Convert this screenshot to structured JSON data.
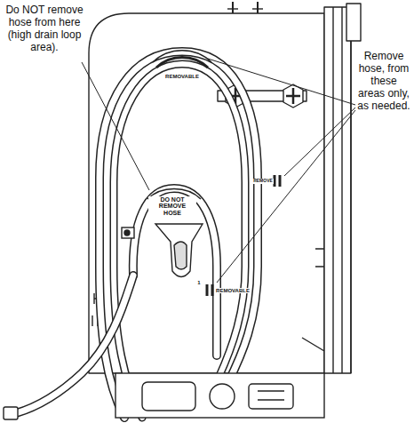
{
  "diagram": {
    "labels": [
      "Do NOT remove hose from here (high drain loop area).",
      "Remove hose, from these areas only, as needed.",
      "REMOVABLE",
      "DO NOT REMOVE HOSE",
      "REMOVE",
      "1",
      "REMOVABLE"
    ]
  }
}
